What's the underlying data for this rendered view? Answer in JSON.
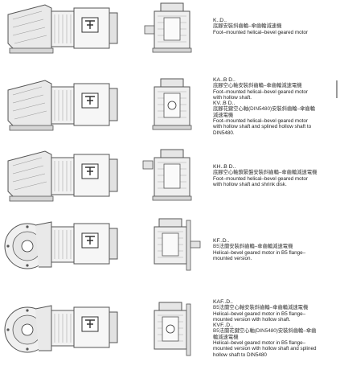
{
  "colors": {
    "ink": "#555555",
    "fill": "#e9e9e9",
    "dark": "#333333",
    "grid": "#9a9a9a"
  },
  "rows": [
    {
      "lines": [
        {
          "t": "code",
          "v": "K..D.."
        },
        {
          "t": "cn",
          "v": "底腳安裝斜齒輪–傘齒輪減速機"
        },
        {
          "t": "en",
          "v": "Foot–mounted helical–bevel geared motor"
        }
      ]
    },
    {
      "lines": [
        {
          "t": "code",
          "v": "KA..B D.."
        },
        {
          "t": "cn",
          "v": "底腳空心軸安裝斜齒輪–傘齒輪減速電機"
        },
        {
          "t": "en",
          "v": "Foot–mounted helical–bevel geared motor"
        },
        {
          "t": "en",
          "v": "with hollow shaft."
        },
        {
          "t": "code",
          "v": "KV..B D.."
        },
        {
          "t": "cn",
          "v": "底腳花鍵空心軸(DIN5480)安裝斜齒輪–傘齒輪"
        },
        {
          "t": "cn",
          "v": "減速電機"
        },
        {
          "t": "en",
          "v": "Foot–mounted helical–bevel geared motor"
        },
        {
          "t": "en",
          "v": "with hollow shaft and splined hollow shaft to"
        },
        {
          "t": "en",
          "v": "DIN5480."
        }
      ]
    },
    {
      "lines": [
        {
          "t": "code",
          "v": "KH..B D.."
        },
        {
          "t": "cn",
          "v": "底腳空心軸鎖緊盤安裝斜齒輪–傘齒輪減速電機"
        },
        {
          "t": "en",
          "v": "Foot–mounted helical–bevel geared motor"
        },
        {
          "t": "en",
          "v": "with hollow shaft and shrink disk."
        }
      ]
    },
    {
      "lines": [
        {
          "t": "code",
          "v": "KF..D.."
        },
        {
          "t": "cn",
          "v": "B5法蘭安裝斜齒輪–傘齒輪減速電機"
        },
        {
          "t": "en",
          "v": "Helical–bevel geared motor in B5 flange–"
        },
        {
          "t": "en",
          "v": "mounted version."
        }
      ]
    },
    {
      "lines": [
        {
          "t": "code",
          "v": "KAF..D.."
        },
        {
          "t": "cn",
          "v": "B5法蘭空心軸安裝斜齒輪–傘齒輪減速電機"
        },
        {
          "t": "en",
          "v": "Helical–bevel geared motor in B5 flange–"
        },
        {
          "t": "en",
          "v": "mounted version with hollow shaft."
        },
        {
          "t": "code",
          "v": "KVF..D.."
        },
        {
          "t": "cn",
          "v": "B5法蘭花鍵空心軸(DIN5480)安裝斜齒輪–傘齒"
        },
        {
          "t": "cn",
          "v": "輪減速電機"
        },
        {
          "t": "en",
          "v": "Helical–bevel geared motor in B5 flange–"
        },
        {
          "t": "en",
          "v": "mounted version with hollow shaft and splined"
        },
        {
          "t": "en",
          "v": "hollow shaft to DIN5480"
        }
      ]
    }
  ]
}
